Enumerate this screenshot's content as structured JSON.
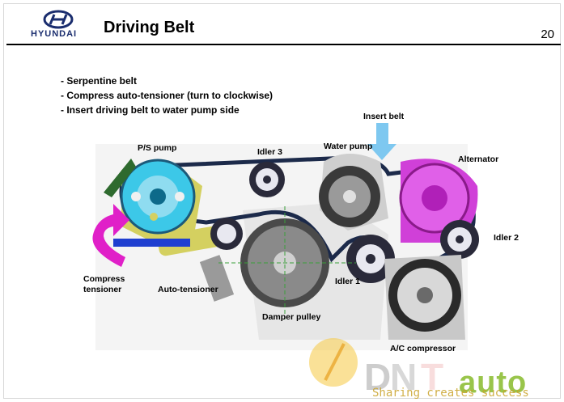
{
  "header": {
    "brand": "HYUNDAI",
    "title": "Driving Belt",
    "page_number": "20"
  },
  "bullets": [
    "- Serpentine belt",
    "- Compress auto-tensioner (turn to clockwise)",
    "- Insert driving belt to water pump side"
  ],
  "diagram_labels": {
    "insert_belt": "Insert belt",
    "ps_pump": "P/S pump",
    "idler3": "Idler 3",
    "water_pump": "Water pump",
    "alternator": "Alternator",
    "idler2": "Idler 2",
    "compress_tensioner": "Compress\ntensioner",
    "auto_tensioner": "Auto-tensioner",
    "idler1": "Idler 1",
    "damper_pulley": "Damper pulley",
    "ac_compressor": "A/C compressor"
  },
  "watermark": {
    "word": "auto",
    "tagline": "Sharing creates success"
  },
  "colors": {
    "logo_blue": "#1a2d6e",
    "arrow_magenta": "#e020c8",
    "insert_arrow_blue": "#7ec8f0",
    "belt": "#1c2a4a",
    "ps_pump_cyan": "#3cc8e8",
    "alternator_magenta": "#d040d8"
  }
}
